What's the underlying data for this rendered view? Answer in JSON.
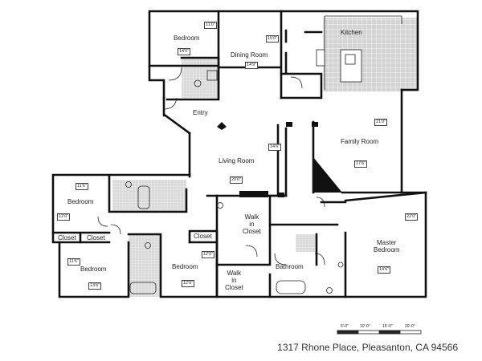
{
  "address": "1317 Rhone Place, Pleasanton, CA 94566",
  "rooms": {
    "bedroom_top": "Bedroom",
    "dining": "Dining Room",
    "kitchen": "Kitchen",
    "entry": "Entry",
    "family": "Family Room",
    "living": "Living Room",
    "bedroom_left": "Bedroom",
    "closet_a": "Closet",
    "closet_b": "Closet",
    "closet_c": "Closet",
    "bedroom_bl": "Bedroom",
    "bedroom_bm": "Bedroom",
    "walk_in_1": "Walk\nin\nCloset",
    "walk_in_2": "Walk\nin\nCloset",
    "bathroom": "Bathroom",
    "master": "Master\nBedroom"
  },
  "dimensions": {
    "bedroom_top_w": "11'0\"",
    "bedroom_top_h": "14'6\"",
    "dining_w": "15'0\"",
    "dining_h": "14'9\"",
    "family_w": "21'0\"",
    "family_h": "17'6\"",
    "living_w": "14'6\"",
    "living_h": "20'0\"",
    "bedroom_left_w": "11'6\"",
    "bedroom_left_h": "12'0\"",
    "bedroom_bl_w": "11'6\"",
    "bedroom_bl_h": "13'6\"",
    "bedroom_bm_w": "12'0\"",
    "bedroom_bm_h": "12'0\"",
    "master_w": "22'0\"",
    "master_h": "14'6\""
  },
  "scale": [
    "5'-0\"",
    "10'-0\"",
    "15'-0\"",
    "20'-0\""
  ],
  "colors": {
    "wall": "#111111",
    "kitchen_floor": "#cfcfcf",
    "grid": "#ffffff"
  }
}
